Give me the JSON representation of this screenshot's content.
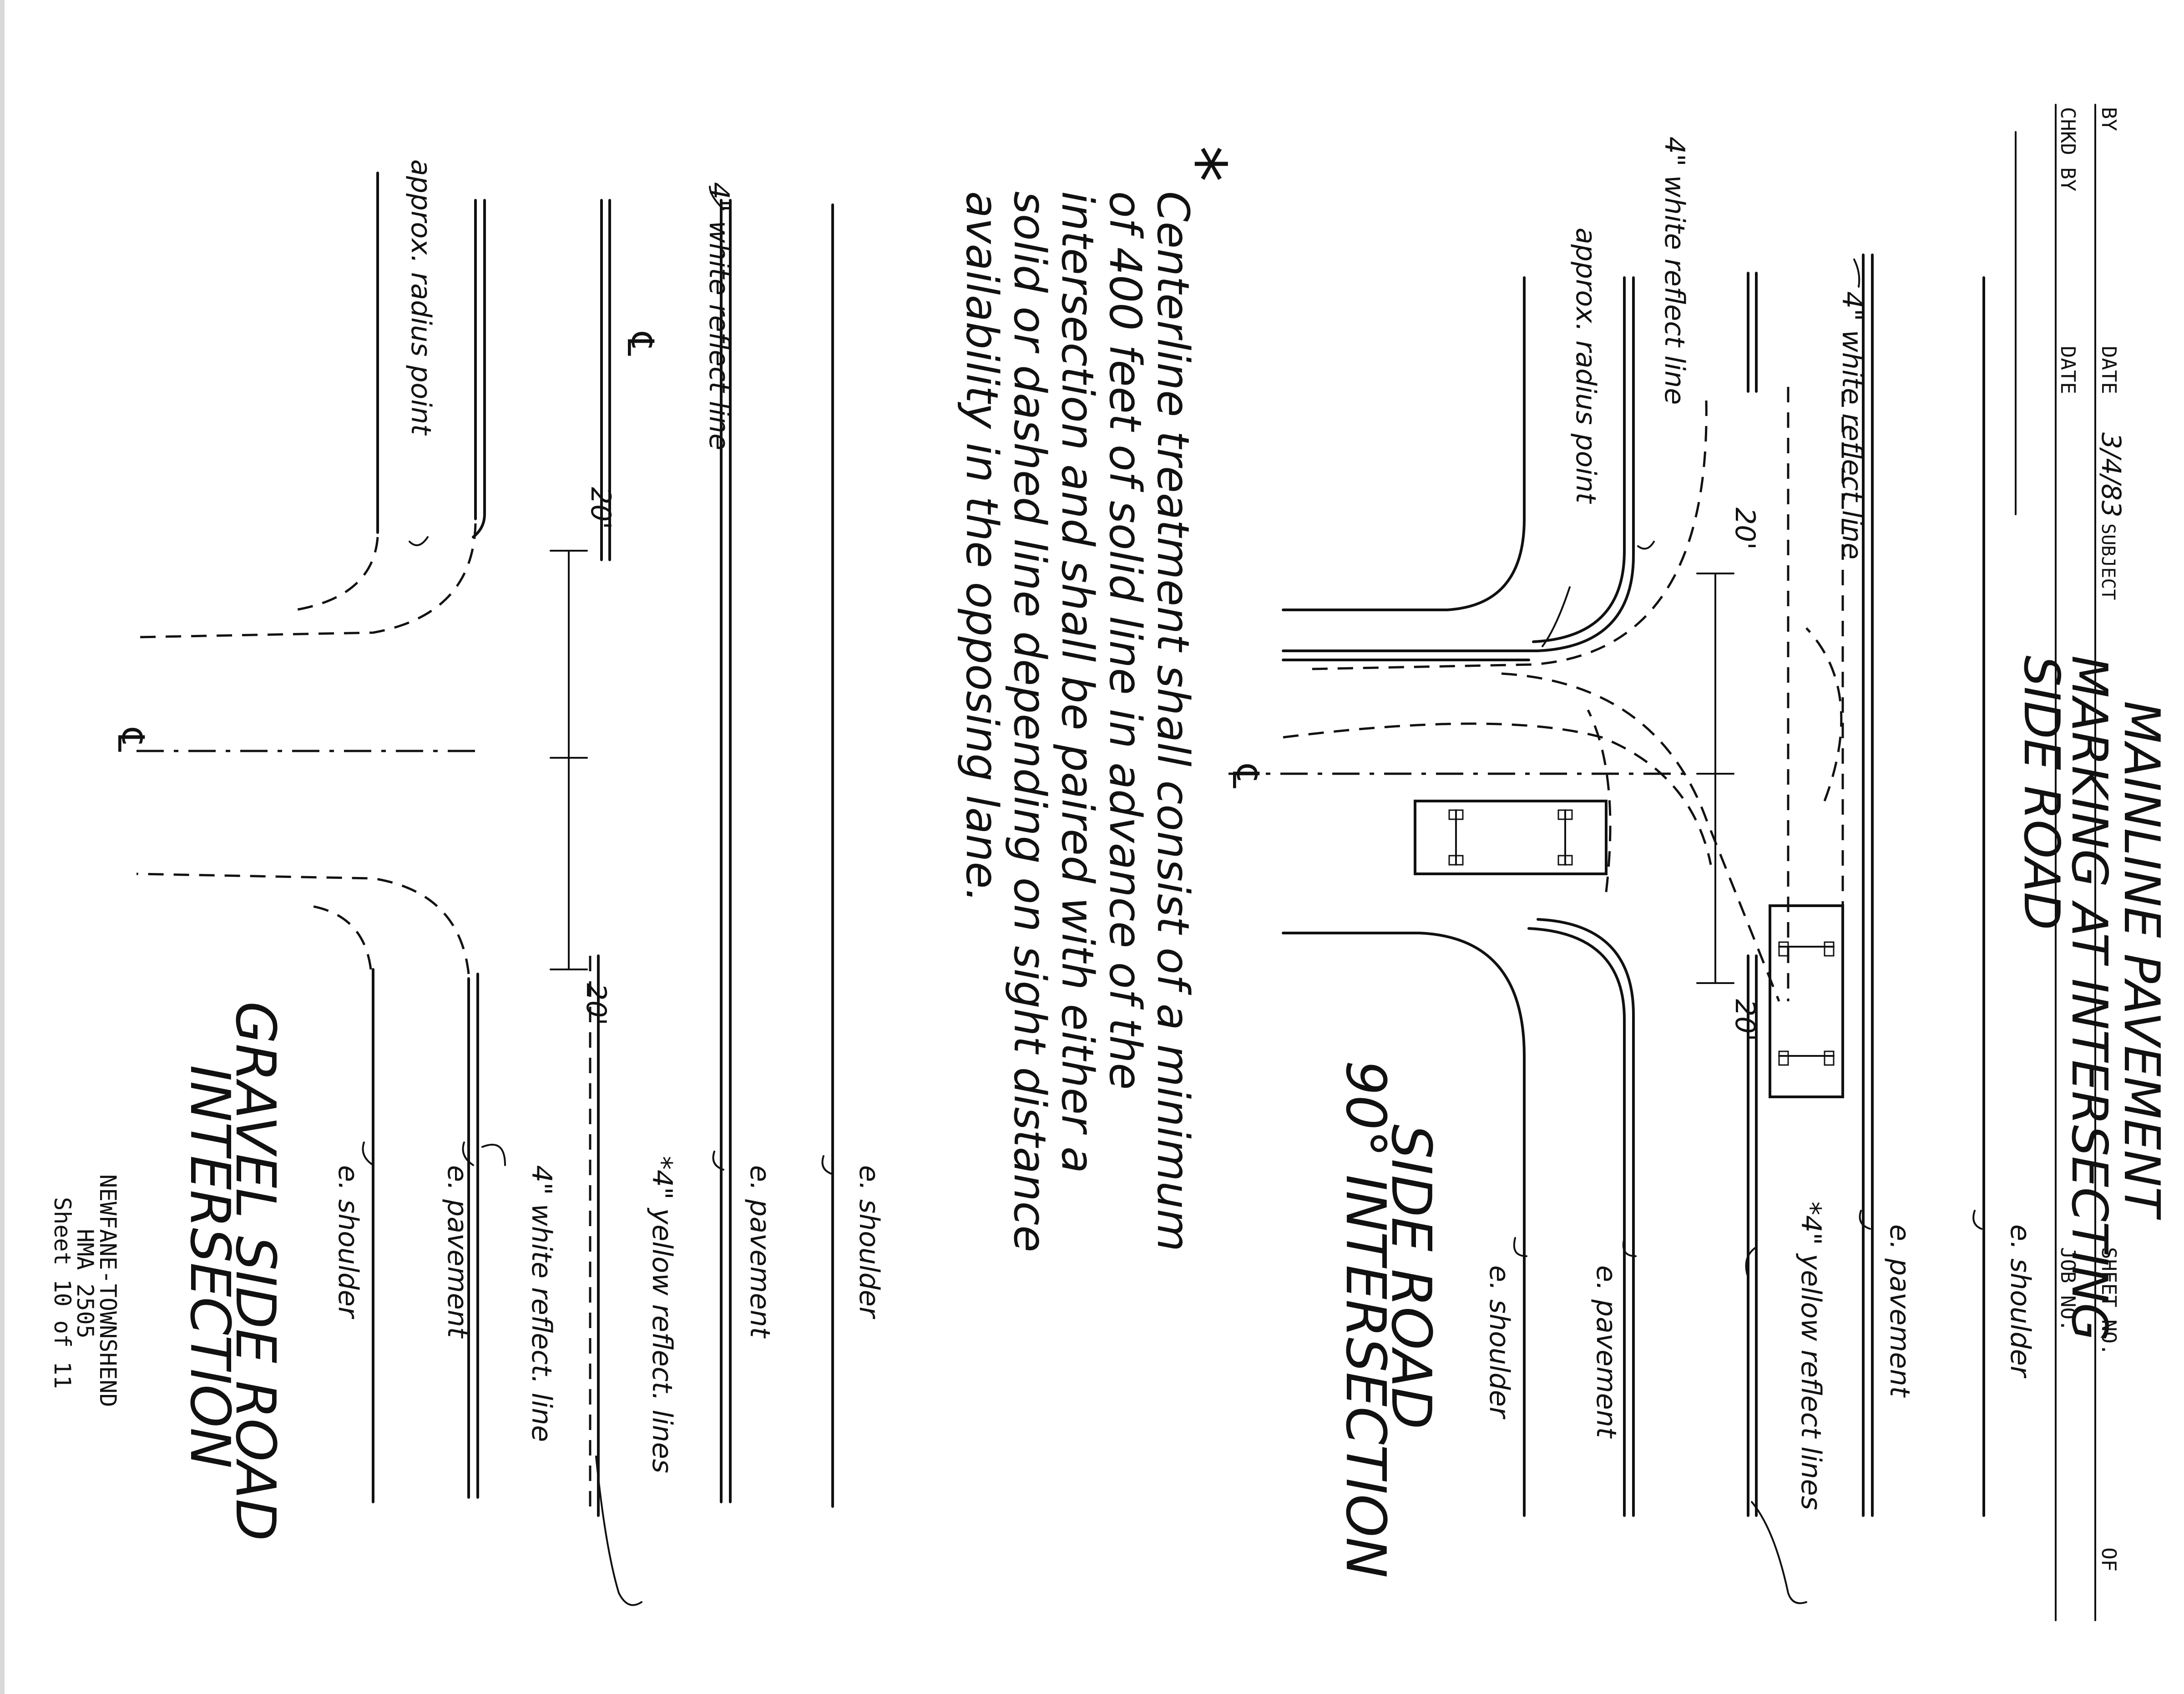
{
  "header": {
    "by_label": "BY",
    "chkd_label": "CHKD BY",
    "date_label": "DATE",
    "date_value": "3/4/83",
    "date2_label": "DATE",
    "subject_label": "SUBJECT",
    "subject_line1": "MAINLINE PAVEMENT",
    "subject_line2": "MARKING AT INTERSECTING",
    "subject_line3": "SIDE ROAD",
    "sheet_no_label": "SHEET NO.",
    "of_label": "OF",
    "job_no_label": "JOB NO."
  },
  "top_diagram": {
    "label_white_reflect_1": "4\" white reflect line",
    "label_white_reflect_2": "4\" white reflect line",
    "label_radius": "approx. radius point",
    "label_dim_left": "20'",
    "label_dim_right": "20'",
    "label_cl": "℄",
    "label_shoulder_top": "e. shoulder",
    "label_pavement_top": "e. pavement",
    "label_yellow": "*4\" yellow reflect lines",
    "label_pavement_bottom": "e. pavement",
    "label_shoulder_bottom": "e. shoulder",
    "caption_line1": "SIDE ROAD",
    "caption_line2": "90° INTERSECTION"
  },
  "note": {
    "asterisk": "*",
    "line1": "Centerline treatment shall consist of a minimum",
    "line2": "of 400 feet of solid line in advance of the",
    "line3": "intersection and shall be paired with either a",
    "line4": "solid or dashed line depending on sight distance",
    "line5": "availability in the opposing lane."
  },
  "bottom_diagram": {
    "label_white_reflect": "4\" white reflect line",
    "label_radius": "approx. radius point",
    "label_dim_left": "20'",
    "label_dim_right": "20'",
    "label_cl_road": "℄",
    "label_cl_side": "℄",
    "label_shoulder_top": "e. shoulder",
    "label_pavement_top": "e. pavement",
    "label_yellow": "*4\" yellow reflect. lines",
    "label_white_reflect_2": "4\" white reflect. line",
    "label_pavement_bottom": "e. pavement",
    "label_shoulder_bottom": "e. shoulder",
    "caption_line1": "GRAVEL SIDE ROAD",
    "caption_line2": "INTERSECTION"
  },
  "title_block": {
    "line1": "NEWFANE-TOWNSHEND",
    "line2": "HMA 2505",
    "line3": "Sheet 10 of 11"
  }
}
